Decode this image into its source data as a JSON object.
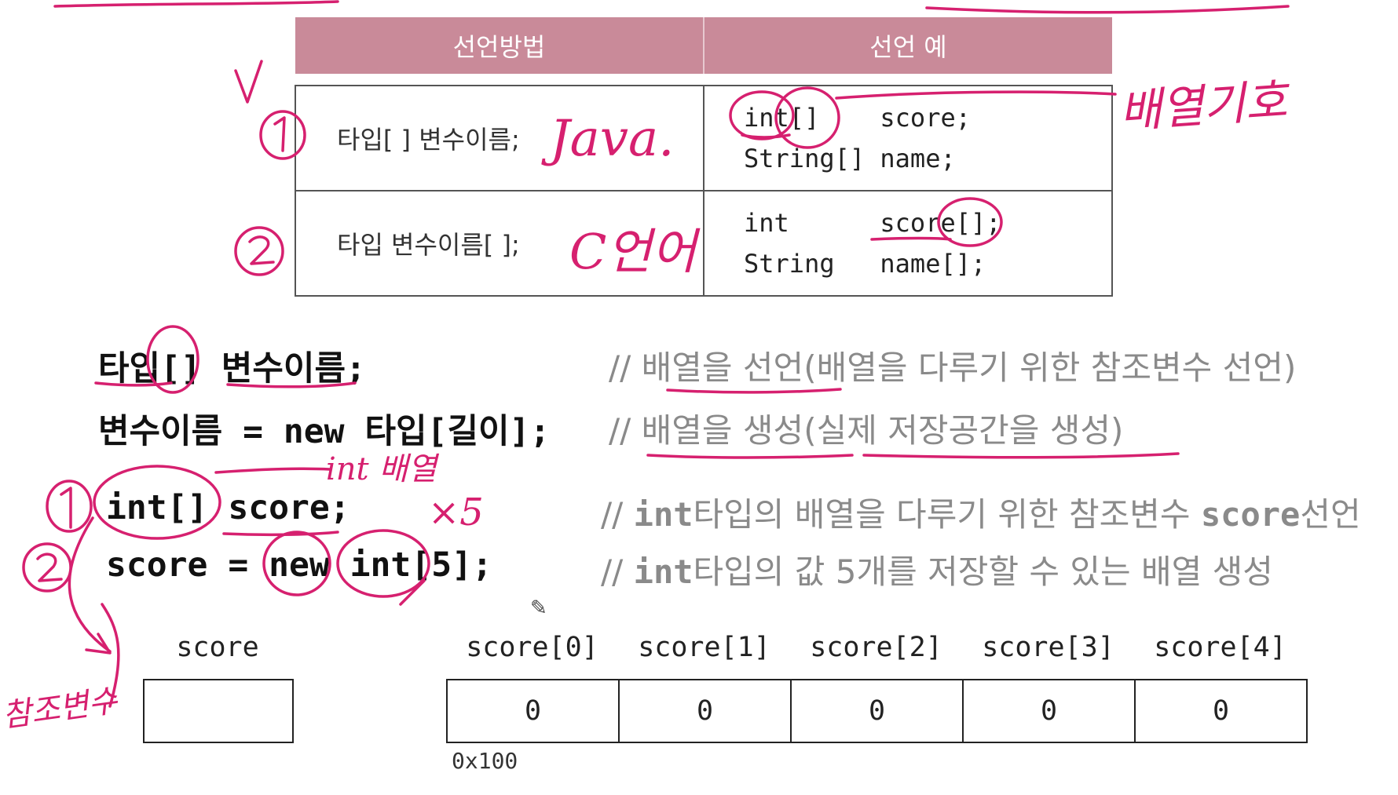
{
  "table": {
    "headers": [
      "선언방법",
      "선언 예"
    ],
    "rows": [
      {
        "method": "타입[ ] 변수이름;",
        "examples": [
          "int[]    score;",
          "String[] name;"
        ]
      },
      {
        "method": "타입 변수이름[ ];",
        "examples": [
          "int      score[];",
          "String   name[];"
        ]
      }
    ]
  },
  "syntax": [
    {
      "code": "타입[] 변수이름;",
      "comment": "// 배열을 선언(배열을 다루기 위한 참조변수 선언)"
    },
    {
      "code": "변수이름 = new 타입[길이];",
      "comment": "// 배열을 생성(실제 저장공간을 생성)"
    }
  ],
  "example": [
    {
      "code": "int[] score;",
      "comment_prefix": "// ",
      "comment_mono1": "int",
      "comment_mid": "타입의 배열을 다루기 위한 참조변수 ",
      "comment_mono2": "score",
      "comment_end": "선언"
    },
    {
      "code": "score = new int[5];",
      "comment_prefix": "// ",
      "comment_mono1": "int",
      "comment_mid": "타입의 값 5개를 저장할 수 있는 배열 생성"
    }
  ],
  "diagram": {
    "reference_label": "score",
    "index_labels": [
      "score[0]",
      "score[1]",
      "score[2]",
      "score[3]",
      "score[4]"
    ],
    "cell_values": [
      "0",
      "0",
      "0",
      "0",
      "0"
    ],
    "address": "0x100"
  },
  "annotations": {
    "java": "Java.",
    "c_lang": "C언어",
    "array_symbol": "배열기호",
    "int_array": "int 배열",
    "times5": "×5",
    "ref_var": "참조변수",
    "num1": "1",
    "num2": "2",
    "check": "✓"
  },
  "colors": {
    "header_bg": "#c98a99",
    "ink": "#d6206f",
    "comment": "#8a8a8a"
  }
}
